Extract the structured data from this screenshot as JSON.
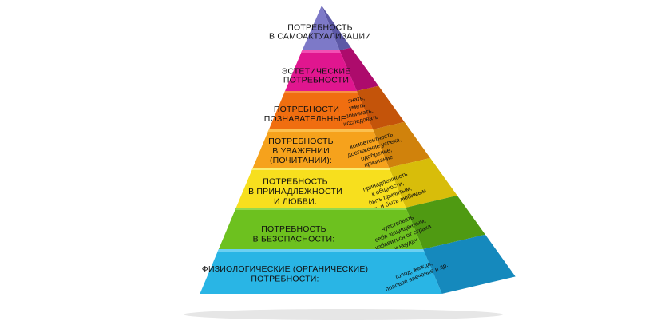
{
  "pyramid": {
    "levels": [
      {
        "id": "self-actualization",
        "label_lines": [
          "ПОТРЕБНОСТЬ",
          "В САМОАКТУАЛИЗАЦИИ"
        ],
        "side_lines": [],
        "colors": {
          "front": "#7d79c8",
          "side": "#5c58a6",
          "top": "#9d99de"
        }
      },
      {
        "id": "aesthetic",
        "label_lines": [
          "ЭСТЕТИЧЕСКИЕ",
          "ПОТРЕБНОСТИ"
        ],
        "side_lines": [],
        "colors": {
          "front": "#e0168f",
          "side": "#ad0b6c",
          "top": "#f24fb3"
        }
      },
      {
        "id": "cognitive",
        "label_lines": [
          "ПОТРЕБНОСТИ",
          "ПОЗНАВАТЕЛЬНЫЕ:"
        ],
        "side_lines": [
          "знать,",
          "уметь,",
          "понимать,",
          "исследовать"
        ],
        "colors": {
          "front": "#f06e10",
          "side": "#c4540a",
          "top": "#f78f45"
        }
      },
      {
        "id": "esteem",
        "label_lines": [
          "ПОТРЕБНОСТЬ",
          "В УВАЖЕНИИ",
          "(ПОЧИТАНИИ):"
        ],
        "side_lines": [
          "компетентность,",
          "достижение успеха,",
          "одобрение,",
          "признание"
        ],
        "colors": {
          "front": "#f6a21c",
          "side": "#d0820c",
          "top": "#fbc04f"
        }
      },
      {
        "id": "belonging",
        "label_lines": [
          "ПОТРЕБНОСТЬ",
          "В ПРИНАДЛЕЖНОСТИ",
          "И ЛЮБВИ:"
        ],
        "side_lines": [
          "принадлежность",
          "к общности,",
          "быть принятым,",
          "любить и быть любимым"
        ],
        "colors": {
          "front": "#f7df1e",
          "side": "#d8bd0a",
          "top": "#fbee70"
        }
      },
      {
        "id": "safety",
        "label_lines": [
          "ПОТРЕБНОСТЬ",
          "В БЕЗОПАСНОСТИ:"
        ],
        "side_lines": [
          "чувствовать",
          "себя защищенным,",
          "избавиться от страха",
          "и неудач"
        ],
        "colors": {
          "front": "#6dc11f",
          "side": "#4f9a12",
          "top": "#93d94f"
        }
      },
      {
        "id": "physiological",
        "label_lines": [
          "ФИЗИОЛОГИЧЕСКИЕ (ОРГАНИЧЕСКИЕ)",
          "ПОТРЕБНОСТИ:"
        ],
        "side_lines": [
          "голод, жажда,",
          "половое влечение и др."
        ],
        "colors": {
          "front": "#29b5e5",
          "side": "#1589bd",
          "top": "#6bd0f2"
        }
      }
    ]
  }
}
